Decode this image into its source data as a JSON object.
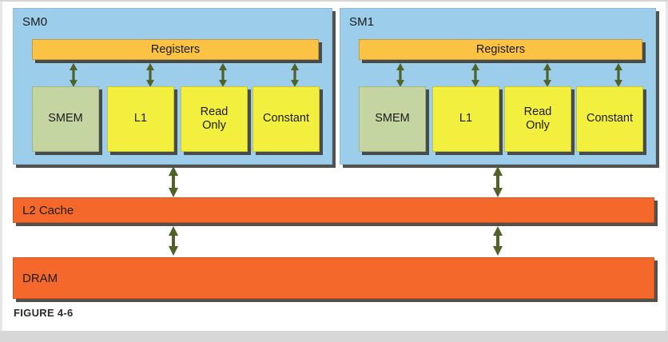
{
  "figure": {
    "caption": "FIGURE 4-6",
    "type": "diagram",
    "subject": "GPU memory hierarchy"
  },
  "colors": {
    "sm_fill": "#9ccdeb",
    "registers_fill": "#fbc244",
    "smem_fill": "#c5d5a2",
    "cache_fill": "#f2ef3f",
    "bar_fill": "#f4682c",
    "arrow": "#4f6228",
    "shadow": "#3a3a34",
    "page_bg": "#ffffff",
    "outer_bg": "#d7d7d7"
  },
  "sms": [
    {
      "label": "SM0",
      "registers_label": "Registers",
      "memories": [
        {
          "label": "SMEM",
          "fill": "green"
        },
        {
          "label": "L1",
          "fill": "yellow"
        },
        {
          "label": "Read\nOnly",
          "fill": "yellow"
        },
        {
          "label": "Constant",
          "fill": "yellow"
        }
      ]
    },
    {
      "label": "SM1",
      "registers_label": "Registers",
      "memories": [
        {
          "label": "SMEM",
          "fill": "green"
        },
        {
          "label": "L1",
          "fill": "yellow"
        },
        {
          "label": "Read\nOnly",
          "fill": "yellow"
        },
        {
          "label": "Constant",
          "fill": "yellow"
        }
      ]
    }
  ],
  "global_memory": [
    {
      "label": "L2 Cache"
    },
    {
      "label": "DRAM"
    }
  ],
  "connectors": {
    "sm_to_l2_count": 2,
    "l2_to_dram_count": 2,
    "registers_to_memory_per_sm": 4,
    "style": "double-headed-vertical"
  }
}
